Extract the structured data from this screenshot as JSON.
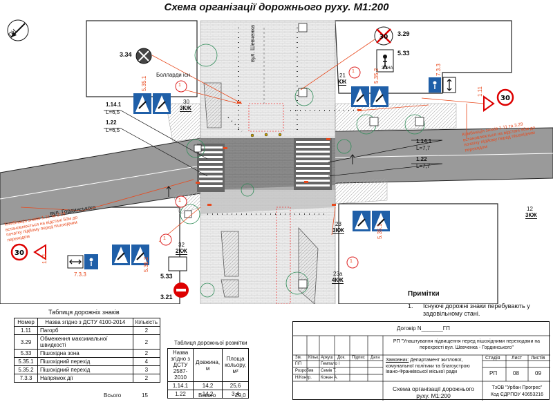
{
  "title": "Схема організації дорожнього руху. М1:200",
  "north_label": "ПН",
  "streets": {
    "shevchenka": "вул. Шевченка",
    "hordynskoho": "вул. Гординського"
  },
  "labels": {
    "sign_334": "3.34",
    "bollards": "Болларди існ.",
    "sign_329": "3.29",
    "sign_533": "5.33",
    "zone_text": "ЗОНА",
    "b21": "21",
    "b21_type": "КЖ",
    "b30": "30",
    "b30_type": "3КЖ",
    "b12": "12",
    "b12_type": "3КЖ",
    "b23": "23",
    "b23_type": "3КЖ",
    "b23a": "23а",
    "b23a_type": "4КЖ",
    "b32": "32",
    "b32_type": "2КЖ",
    "m1141_left": "1.14.1",
    "m1141_left_len": "L=6,5",
    "m122_left": "1.22",
    "m122_left_len": "L=6,5",
    "m1141_right": "1.14.1",
    "m1141_right_len": "L=7,7",
    "m122_right": "1.22",
    "m122_right_len": "L=7,7",
    "s5351": "5.35.1",
    "s5352": "5.35.2",
    "s733": "7.3.3",
    "s111": "1.11",
    "limit30": "30",
    "sign_533_bottom": "5.33",
    "sign_321": "3.21",
    "circle_1": "1",
    "combo_note_right": "Комбінація знаків 1.11 та 3.29 встановлюється на відстані 50м до початку підйому перед пішохідним переходом",
    "combo_note_left": "Комбінація знаків 1.11 та 3.29 встановлюється на відстані 50м до початку підйому перед пішохідним переходом"
  },
  "notes": {
    "title": "Примітки",
    "item_num": "1.",
    "item_text": "Існуючі дорожні знаки перебувають у задовільному стані."
  },
  "signs_table": {
    "title": "Таблиця дорожніх знаків",
    "headers": [
      "Номер",
      "Назва згідно з ДСТУ 4100-2014",
      "Кількість"
    ],
    "rows": [
      [
        "1.11",
        "Пагорб",
        "2"
      ],
      [
        "3.29",
        "Обмеження максимальної швидкості",
        "2"
      ],
      [
        "5.33",
        "Пішохідна зона",
        "2"
      ],
      [
        "5.35.1",
        "Пішохідний перехід",
        "4"
      ],
      [
        "5.35.2",
        "Пішохідний перехід",
        "3"
      ],
      [
        "7.3.3",
        "Напрямок дії",
        "2"
      ]
    ],
    "total_label": "Всього",
    "total_value": "15"
  },
  "marking_table": {
    "title": "Таблиця дорожньої розмітки",
    "headers": [
      "Назва згідно з ДСТУ 2587-2010",
      "Довжина, м",
      "Площа кольору, м²"
    ],
    "rows": [
      [
        "1.14.1",
        "14,2",
        "25,6"
      ],
      [
        "1.22",
        "14,2",
        "3,4"
      ]
    ],
    "total_label": "Всього",
    "total_value": "29,0"
  },
  "stamp": {
    "contract": "Договір N_______ГП",
    "project": "РП \"Улаштування підвищення перед пішохідними переходами на перехресті вул. Шевченка - Гординського\"",
    "col_headers": [
      "Зм.",
      "Кільк.",
      "Аркуш",
      "Док.",
      "Підпис",
      "Дата"
    ],
    "roles": [
      "ГІП",
      "Розробив",
      "Н/Контр."
    ],
    "names": [
      "Гемпало І",
      "Семів Т.",
      "Кожан А."
    ],
    "customer_label": "Замовник:",
    "customer": "Департамент житлової, комунальної політики та благоустрою Івано-Франківської міської ради",
    "stage_label": "Стадія",
    "sheet_label": "Лист",
    "sheets_label": "Листів",
    "stage": "РП",
    "sheet": "08",
    "sheets": "09",
    "drawing_title": "Схема організації дорожнього руху. М1:200",
    "company": "ТзОВ \"Урбан Прогрес\"",
    "company_code": "Код ЄДРПОУ 40653216"
  }
}
